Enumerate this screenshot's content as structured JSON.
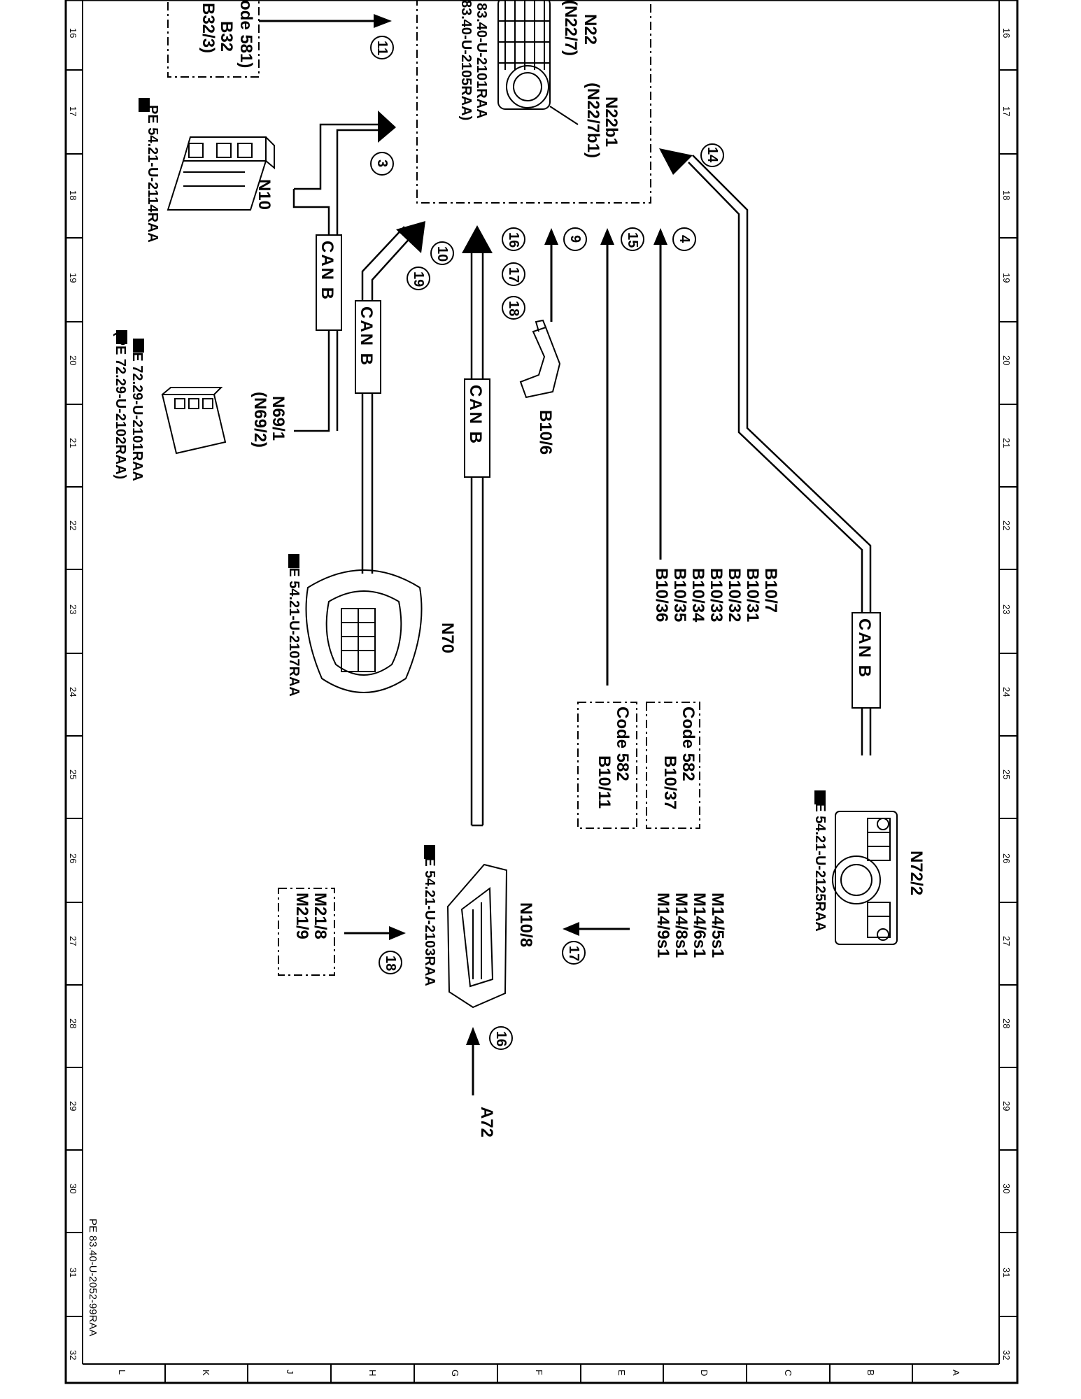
{
  "diagram": {
    "frame": {
      "row_numbers": [
        "16",
        "17",
        "18",
        "19",
        "20",
        "21",
        "22",
        "23",
        "24",
        "25",
        "26",
        "27",
        "28",
        "29",
        "30",
        "31",
        "32"
      ],
      "column_letters": [
        "L",
        "K",
        "J",
        "H",
        "G",
        "F",
        "E",
        "D",
        "C",
        "B",
        "A"
      ]
    },
    "doc_ref": "PE 83.40-U-2052-99RAA",
    "can_bus_label": "CAN B",
    "components": {
      "top_box": {
        "line1": "ode 581)",
        "line2": "B32",
        "line3": "B32/3)"
      },
      "n22": {
        "name": "N22",
        "alt": "(N22/7)",
        "ref1": "83.40-U-2101RAA",
        "ref2": "83.40-U-2105RAA)",
        "sub1": "N22b1",
        "sub2": "(N22/7b1)"
      },
      "n10": {
        "name": "N10",
        "ref": "PE 54.21-U-2114RAA"
      },
      "n69": {
        "name1": "N69/1",
        "name2": "(N69/2)",
        "ref1": "PE 72.29-U-2101RAA",
        "ref2": "(PE 72.29-U-2102RAA)"
      },
      "b10_6": {
        "name": "B10/6"
      },
      "b10_group": {
        "lines": [
          "B10/7",
          "B10/31",
          "B10/32",
          "B10/33",
          "B10/34",
          "B10/35",
          "B10/36"
        ]
      },
      "n70": {
        "name": "N70",
        "ref": "PE 54.21-U-2107RAA"
      },
      "code582_a": {
        "line1": "Code 582",
        "line2": "B10/37"
      },
      "code582_b": {
        "line1": "Code 582",
        "line2": "B10/11"
      },
      "n72": {
        "name": "N72/2",
        "ref": "PE 54.21-U-2125RAA"
      },
      "n10_8": {
        "name": "N10/8",
        "ref": "PE 54.21-U-2103RAA"
      },
      "m14": {
        "lines": [
          "M14/5s1",
          "M14/6s1",
          "M14/8s1",
          "M14/9s1"
        ]
      },
      "m21": {
        "lines": [
          "M21/8",
          "M21/9"
        ]
      },
      "a72": {
        "name": "A72"
      }
    },
    "connection_numbers": {
      "c11": "11",
      "c3": "3",
      "c14": "14",
      "c16": "16",
      "c17": "17",
      "c18": "18",
      "c9": "9",
      "c15": "15",
      "c4": "4",
      "c10": "10",
      "c19": "19",
      "c17b": "17",
      "c18b": "18",
      "c16b": "16"
    }
  }
}
